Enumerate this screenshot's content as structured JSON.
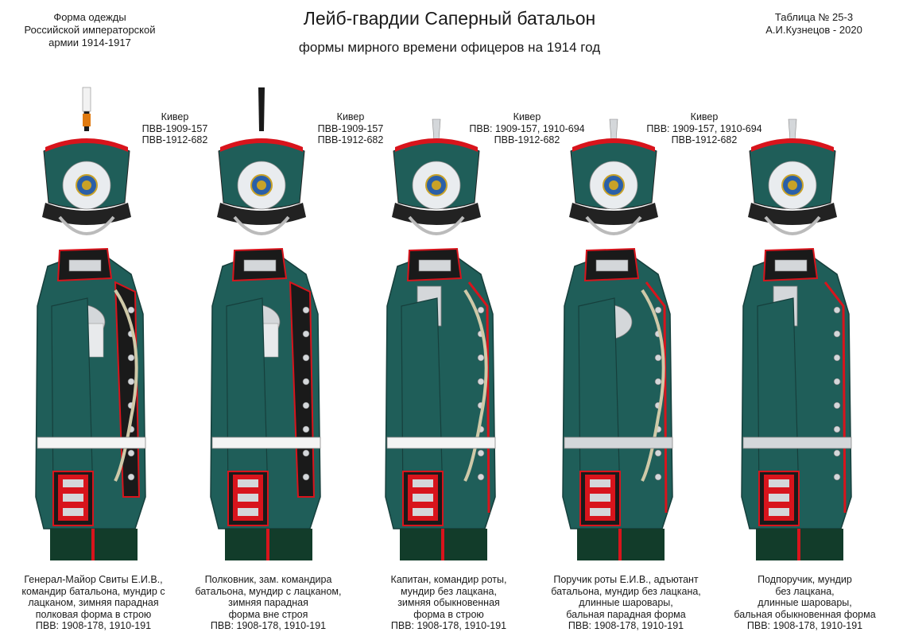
{
  "header": {
    "left_lines": [
      "Форма одежды",
      "Российской императорской",
      "армии  1914-1917"
    ],
    "title": "Лейб-гвардии Саперный батальон",
    "subtitle": "формы мирного времени офицеров на 1914 год",
    "right_lines": [
      "Таблица №  25-3",
      "А.И.Кузнецов - 2020"
    ]
  },
  "kiver_labels": [
    {
      "lines": [
        "Кивер",
        "ПВВ-1909-157",
        "ПВВ-1912-682"
      ]
    },
    {
      "lines": [
        "Кивер",
        "ПВВ-1909-157",
        "ПВВ-1912-682"
      ]
    },
    {
      "lines": [
        "Кивер",
        "ПВВ: 1909-157, 1910-694",
        "ПВВ-1912-682"
      ]
    },
    {
      "lines": [
        "Кивер",
        "ПВВ: 1909-157, 1910-694",
        "ПВВ-1912-682"
      ]
    }
  ],
  "figures": [
    {
      "caption": [
        "Генерал-Майор Свиты Е.И.В.,",
        "командир батальона, мундир с",
        "лацканом, зимняя парадная",
        "полковая форма в строю",
        "ПВВ: 1908-178, 1910-191"
      ]
    },
    {
      "caption": [
        "Полковник, зам. командира",
        "батальона, мундир с лацканом,",
        "зимняя парадная",
        "форма вне строя",
        "ПВВ: 1908-178, 1910-191"
      ]
    },
    {
      "caption": [
        "Капитан, командир роты,",
        "мундир без лацкана,",
        "зимняя обыкновенная",
        "форма в строю",
        "ПВВ: 1908-178, 1910-191"
      ]
    },
    {
      "caption": [
        "Поручик роты Е.И.В., адъютант",
        "батальона, мундир без лацкана,",
        "длинные шаровары,",
        "бальная парадная форма",
        "ПВВ: 1908-178, 1910-191"
      ]
    },
    {
      "caption": [
        "Подпоручик, мундир",
        "без лацкана,",
        "длинные шаровары,",
        "бальная обыкновенная форма",
        "ПВВ: 1908-178, 1910-191"
      ]
    }
  ],
  "colors": {
    "tunic": "#1f5e59",
    "tunic_dark": "#163f3c",
    "trousers": "#123c2a",
    "piping": "#d8141c",
    "collar": "#1a1a1a",
    "silver": "#d4d7da",
    "kiver_plume_black": "#1a1a1a",
    "kiver_plume_orange": "#e07a10"
  }
}
